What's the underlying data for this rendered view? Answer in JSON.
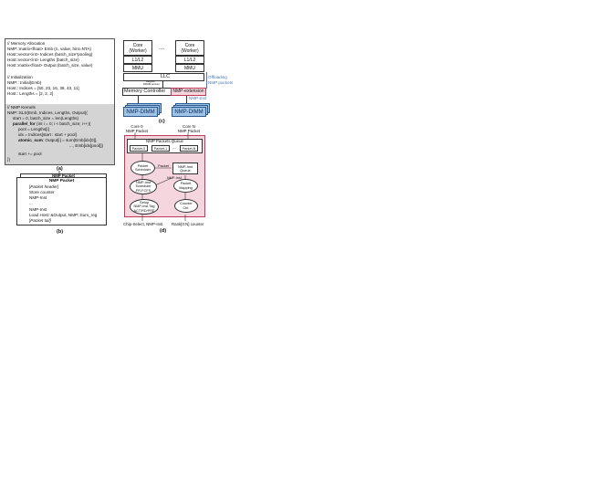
{
  "code_panel": {
    "memory_alloc": {
      "comment": "// Memory Allocation",
      "line1": "NMP::matrix<float> Emb (n, value, hint=NTA)",
      "line2": "Host::vector<int> Indices (batch_size*pooling)",
      "line3": "Host::vector<int> Lengths (batch_size)",
      "line4": "Host::matrix<float> Output (batch_size, value)"
    },
    "init": {
      "comment": "// Initialization",
      "line1": "NMP:: Initial(Emb)",
      "line2": "Host:: Indices = [50, 23, 16, 39, 43, 11]",
      "line3": "Host:: Lengths = [2, 2, 2]"
    },
    "kernels": {
      "comment": "// NMP Kernels",
      "line1": "NMP::SLS(Emb, Indices, Lengths, Output){",
      "line2": "start = 0, batch_size = len(Lengths)",
      "line3_kw": "parallel_for",
      "line3_rest": " (int i = 0; i < batch_size; i++){",
      "line4": "pool = Lengths[i]",
      "line5": "idx = Indices[start : start + pool]",
      "line6_kw": "atomic_sum",
      "line6_rest": ": Output[i] = sum(Emb[idx[0]],",
      "line7": "..., Emb[idx[pool]])",
      "line8": "start += pool",
      "line9": "}}"
    },
    "label": "(a)"
  },
  "packet_panel": {
    "back_title": "NMP Packet",
    "title": "NMP Packet",
    "line1": "[Packet header]",
    "line2": "Store counter",
    "line3": "NMP-Inst",
    "line4": "...",
    "line5": "NMP-Inst",
    "line6": "Load Host::&Output, NMP::Sum_reg",
    "line7": "[Packet tail]",
    "label": "(b)"
  },
  "arch_panel": {
    "core_worker": "Core\n(Worker)",
    "l1l2": "L1/L2",
    "mmu": "MMU",
    "dots": "...",
    "llc": "LLC",
    "offloading": "Offloading",
    "nmp_packets": "NMP packets",
    "regular_label": "Regular",
    "dram_access": "DRAM access",
    "memory_controller": "Memory Controller",
    "nmp_extension": "NMP-extension",
    "nmp_inst": "NMP-Inst",
    "dimm": "NMP-DIMM",
    "label": "(c)"
  },
  "ext_panel": {
    "core0": "Core 0",
    "core0_sub": "NMP Packet",
    "coreN": "Core N",
    "coreN_sub": "NMP Packet",
    "queue_title": "NMP Packets Queue",
    "packet0": "Packet-0",
    "packet1": "Packet-1",
    "packet_dots": "...",
    "packetN": "Packet-N",
    "packet_scheduler": "Packet\nScheduler",
    "packet_arrow": "Packet",
    "inst_queue": "NMP-Inst\nQueue",
    "inst_scheduler": "NMP-Inst\nScheduler\nFR-FCFS",
    "nmp_inst_label": "NMP-Inst",
    "packet_mapping": "Packet\nMapping",
    "setup_tag": "Setup\nNMP-Inst Tag\nACT/RD/PRE",
    "counter_ctrl": "Counter\nCtrl.",
    "out_left": "Chip-Select, NMP-Inst",
    "out_right": "Rank[0:N] counter",
    "label": "(d)"
  }
}
